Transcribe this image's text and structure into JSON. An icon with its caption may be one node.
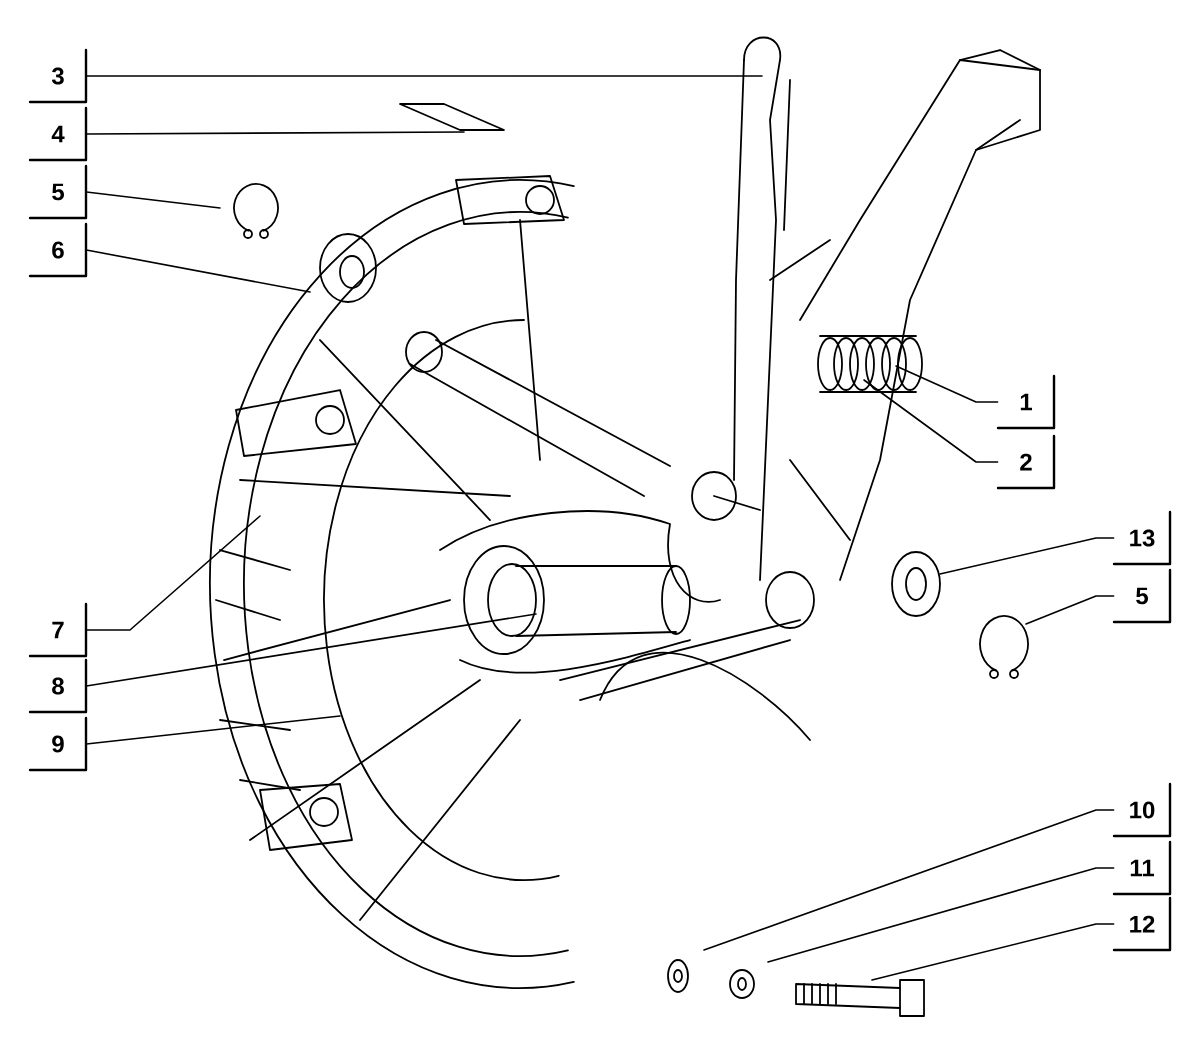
{
  "diagram": {
    "nodes": [
      {
        "text": [
          "3"
        ]
      },
      {
        "text": [
          "4"
        ]
      },
      {
        "text": [
          "5"
        ]
      },
      {
        "text": [
          "6"
        ]
      },
      {
        "text": [
          "1"
        ]
      },
      {
        "text": [
          "2"
        ]
      },
      {
        "text": [
          "13"
        ]
      },
      {
        "text": [
          "5"
        ]
      },
      {
        "text": [
          "7"
        ]
      },
      {
        "text": [
          "8"
        ]
      },
      {
        "text": [
          "9"
        ]
      },
      {
        "text": [
          "10"
        ]
      },
      {
        "text": [
          "11"
        ]
      },
      {
        "text": [
          "12"
        ]
      }
    ],
    "edges": [
      {
        "from": 0,
        "to": null,
        "arrow": "none"
      },
      {
        "from": 1,
        "to": null,
        "arrow": "none"
      },
      {
        "from": 2,
        "to": null,
        "arrow": "none"
      },
      {
        "from": 3,
        "to": null,
        "arrow": "none"
      },
      {
        "from": 4,
        "to": null,
        "arrow": "none"
      },
      {
        "from": 5,
        "to": null,
        "arrow": "none"
      },
      {
        "from": 6,
        "to": null,
        "arrow": "none"
      },
      {
        "from": 7,
        "to": null,
        "arrow": "none"
      },
      {
        "from": 8,
        "to": null,
        "arrow": "none"
      },
      {
        "from": 9,
        "to": null,
        "arrow": "none"
      },
      {
        "from": 10,
        "to": null,
        "arrow": "none"
      },
      {
        "from": 11,
        "to": null,
        "arrow": "none"
      },
      {
        "from": 12,
        "to": null,
        "arrow": "none"
      },
      {
        "from": 13,
        "to": null,
        "arrow": "none"
      }
    ]
  }
}
